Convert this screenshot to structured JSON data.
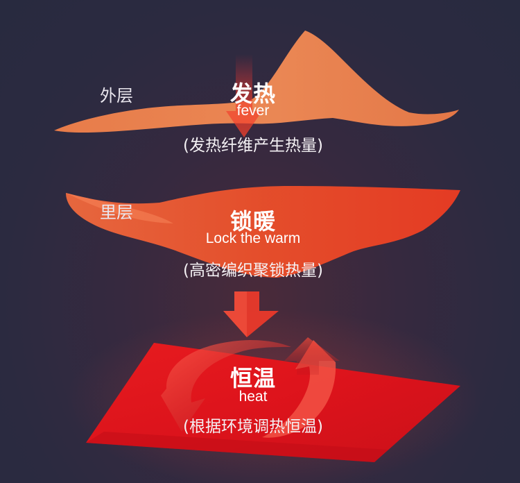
{
  "layers": [
    {
      "name": "外层",
      "title": "发热",
      "subtitle": "fever",
      "description": "(发热纤维产生热量)"
    },
    {
      "name": "里层",
      "title": "锁暖",
      "subtitle": "Lock the warm",
      "description": "(高密编织聚锁热量)"
    },
    {
      "name": "",
      "title": "恒温",
      "subtitle": "heat",
      "description": "(根据环境调热恒温)"
    }
  ],
  "colors": {
    "background": "#2b2a40",
    "outer_layer": "#f08a52",
    "inner_layer": "#ef5a30",
    "base_layer": "#e8141a",
    "arrow": "#f43a2a"
  }
}
